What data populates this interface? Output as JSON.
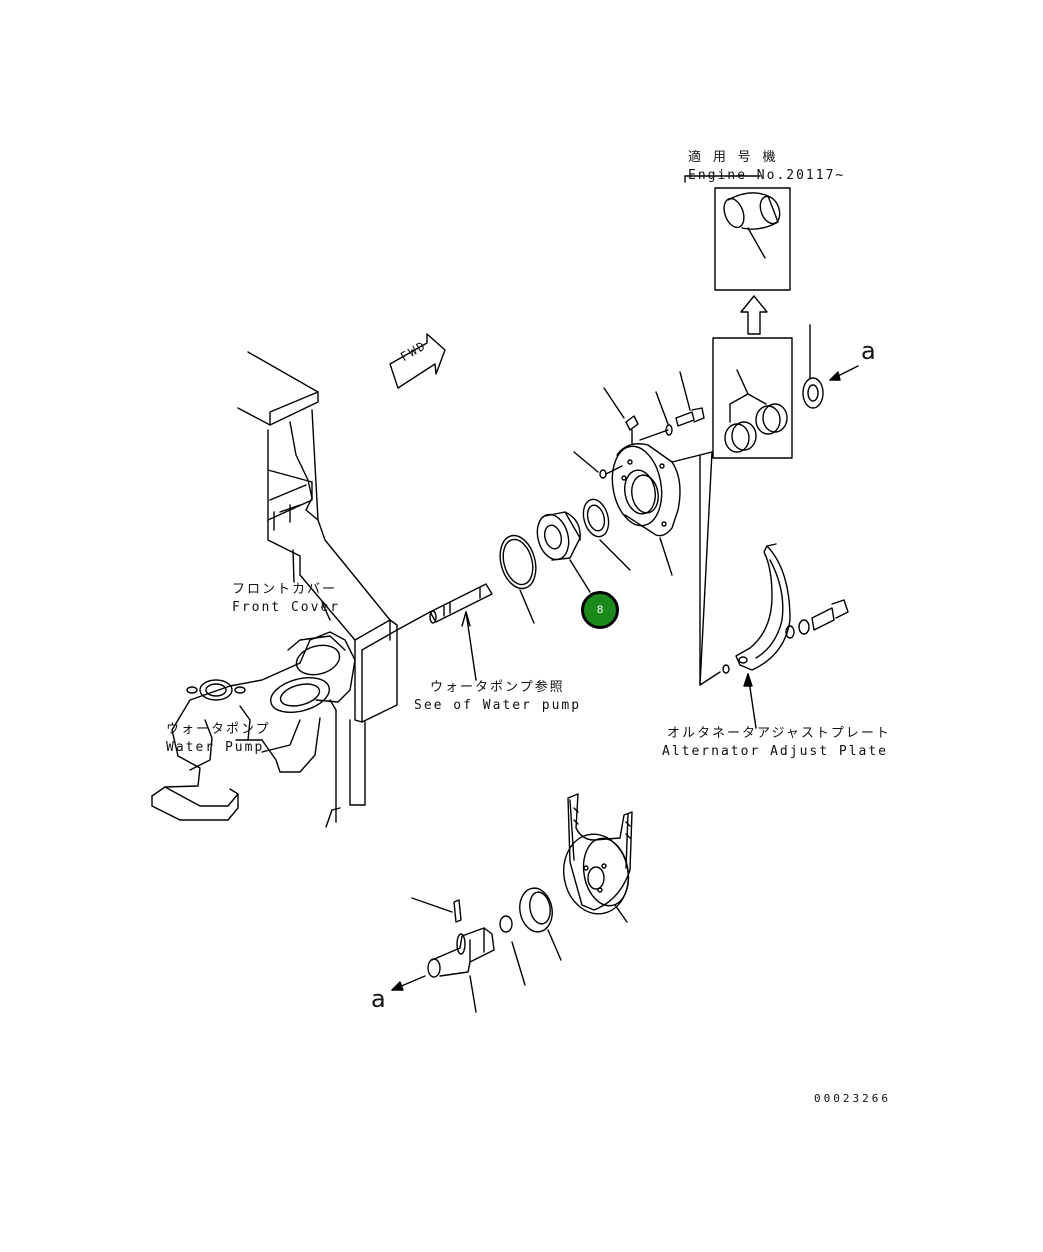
{
  "diagram": {
    "applicable_note": {
      "jp": "適 用 号 機",
      "en": "Engine No.20117~"
    },
    "labels": {
      "front_cover": {
        "jp": "フロントカバー",
        "en": "Front Cover"
      },
      "water_pump": {
        "jp": "ウォータポンプ",
        "en": "Water Pump"
      },
      "water_pump_ref": {
        "jp": "ウォータポンプ参照",
        "en": "See of Water pump"
      },
      "alternator_plate": {
        "jp": "オルタネータアジャストプレート",
        "en": "Alternator Adjust Plate"
      }
    },
    "fwd": "FWD",
    "ref_a_top": "a",
    "ref_a_bottom": "a",
    "part_callout": "8",
    "drawing_number": "00023266",
    "callout_color": "#1a8a1a"
  }
}
